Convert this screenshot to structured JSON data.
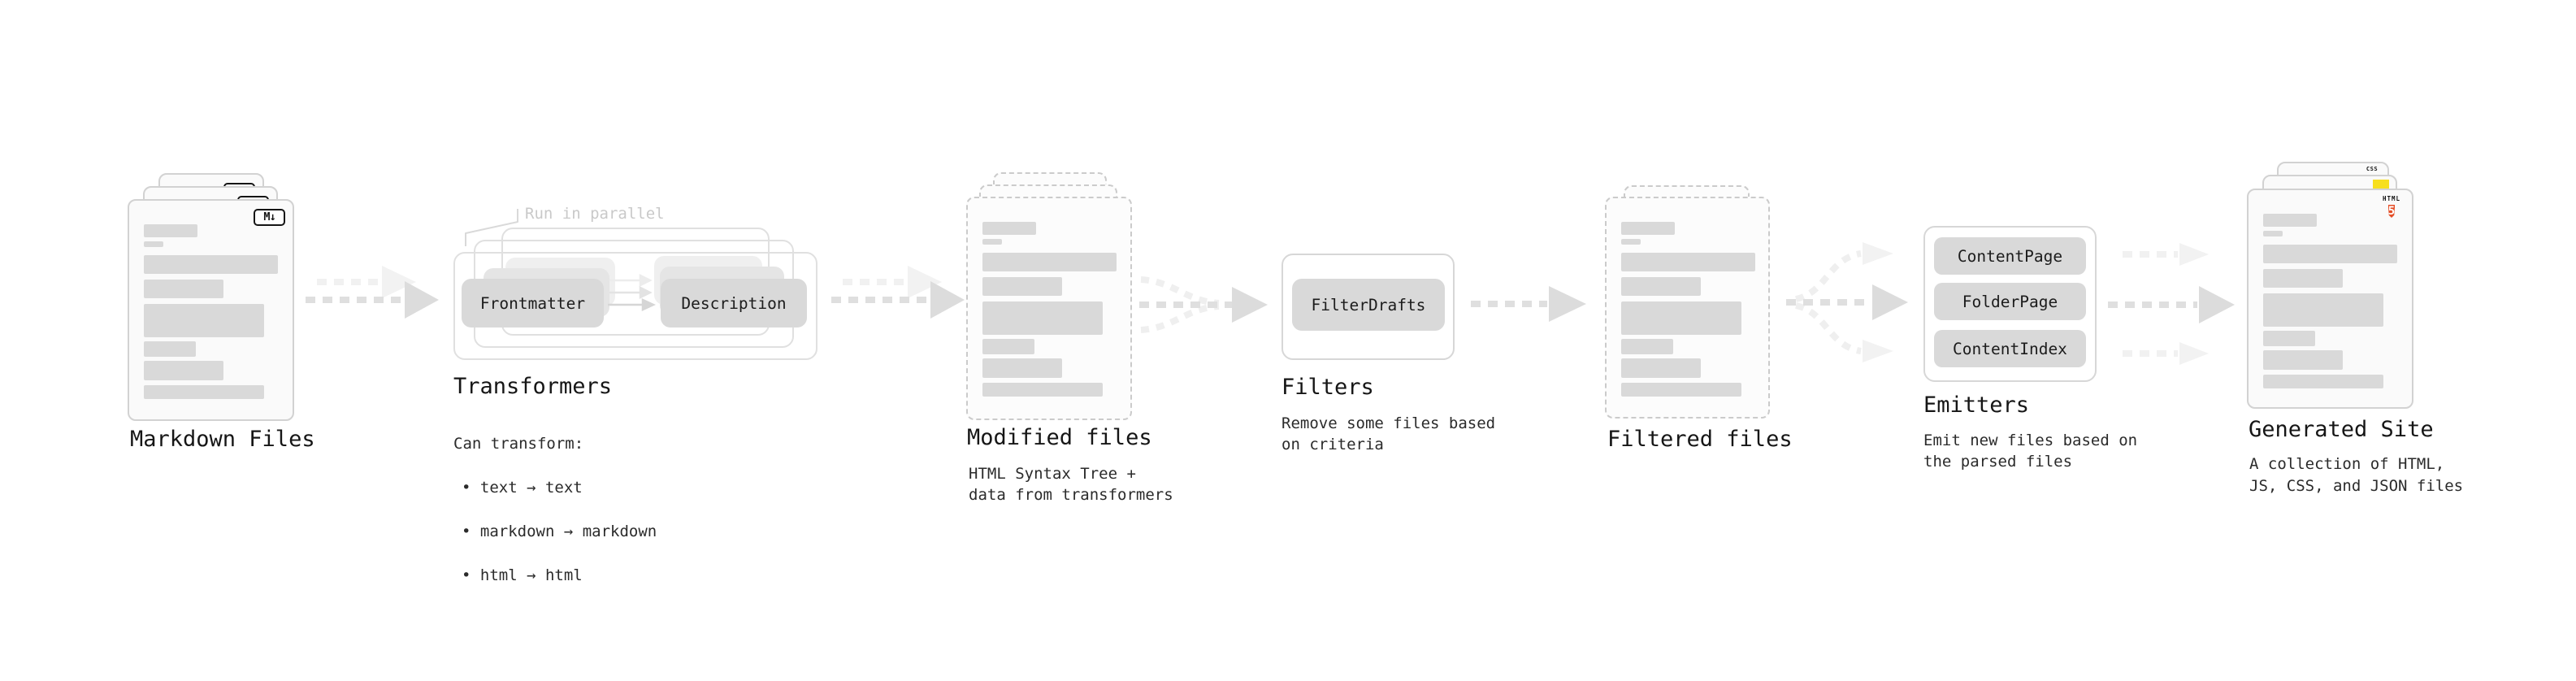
{
  "stages": {
    "markdown_files": {
      "label": "Markdown Files"
    },
    "transformers": {
      "annotation": "Run in parallel",
      "step1": "Frontmatter",
      "step2": "Description",
      "title": "Transformers",
      "subtitle": "Can transform:",
      "bullets": [
        "• text → text",
        "• markdown → markdown",
        "• html → html"
      ]
    },
    "modified_files": {
      "title": "Modified files",
      "description": "HTML Syntax Tree +\ndata from transformers"
    },
    "filters": {
      "button": "FilterDrafts",
      "title": "Filters",
      "description": "Remove some files based\non criteria"
    },
    "filtered_files": {
      "title": "Filtered files"
    },
    "emitters": {
      "buttons": [
        "ContentPage",
        "FolderPage",
        "ContentIndex"
      ],
      "title": "Emitters",
      "description": "Emit new files based on\nthe parsed files"
    },
    "generated_site": {
      "title": "Generated Site",
      "description": "A collection of HTML,\nJS, CSS, and JSON files"
    }
  },
  "icons": {
    "markdown": "M↓",
    "css_label": "CSS",
    "html_label": "HTML",
    "html_number": "5"
  },
  "colors": {
    "html5_orange": "#E44D26",
    "js_yellow": "#F7DF1E",
    "css_blue": "#2864F0"
  }
}
